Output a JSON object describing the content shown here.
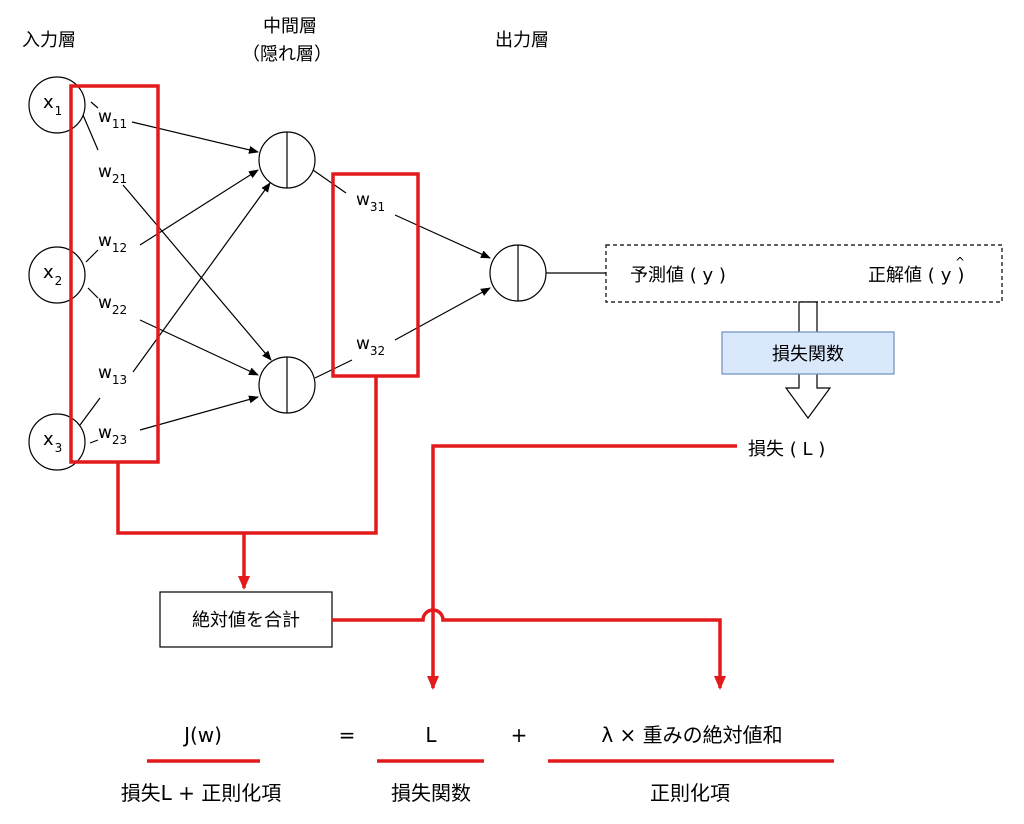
{
  "layers": {
    "input": "入力層",
    "hidden_line1": "中間層",
    "hidden_line2": "（隠れ層）",
    "output": "出力層"
  },
  "inputs": [
    {
      "base": "x",
      "sub": "1"
    },
    {
      "base": "x",
      "sub": "2"
    },
    {
      "base": "x",
      "sub": "3"
    }
  ],
  "weights": [
    {
      "base": "w",
      "sub": "11"
    },
    {
      "base": "w",
      "sub": "21"
    },
    {
      "base": "w",
      "sub": "12"
    },
    {
      "base": "w",
      "sub": "22"
    },
    {
      "base": "w",
      "sub": "13"
    },
    {
      "base": "w",
      "sub": "23"
    },
    {
      "base": "w",
      "sub": "31"
    },
    {
      "base": "w",
      "sub": "32"
    }
  ],
  "prediction": "予測値 ( y )",
  "truth_prefix": "正解値 (",
  "truth_symbol": "y",
  "truth_hat": "^",
  "truth_suffix": ")",
  "loss_function": "損失関数",
  "loss": "損失 ( L )",
  "sum_abs": "絶対値を合計",
  "equation": {
    "lhs": "J(w)",
    "equals": "=",
    "term1": "L",
    "plus": "+",
    "term2": "λ × 重みの絶対値和",
    "label_lhs": "損失L + 正則化項",
    "label_term1": "損失関数",
    "label_term2": "正則化項"
  },
  "colors": {
    "highlight": "#e31a1c",
    "box_fill": "#dae8fc",
    "box_stroke": "#6c8ebf",
    "line": "#000000"
  }
}
